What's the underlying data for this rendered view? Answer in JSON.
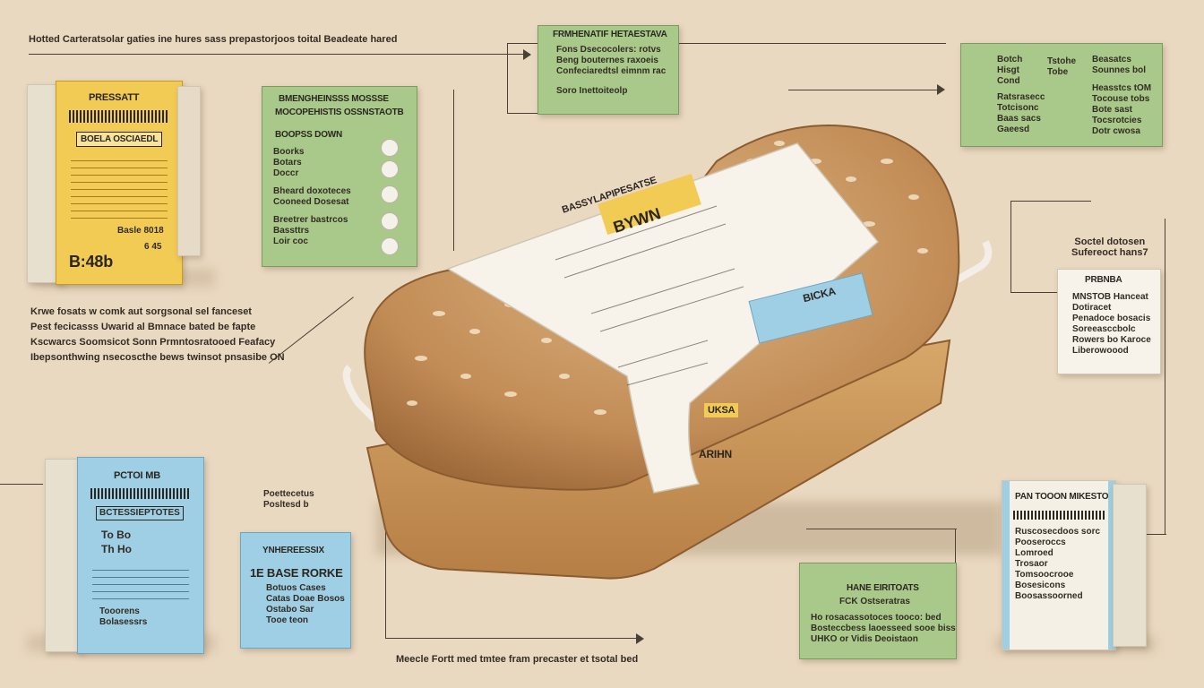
{
  "header_caption": "Hotted Carteratsolar gaties ine hures sass prepastorjoos toital Beadeate hared",
  "top_center_note": {
    "title": "FRMHENATIF HETAESTAVA",
    "lines": [
      "Fons Dsecocolers: rotvs",
      "Beng bouternes raxoeis",
      "Confeciaredtsl eimnm rac",
      "Soro Inettoiteolp"
    ]
  },
  "top_right_note": {
    "col1": [
      "Botch",
      "Hisgt",
      "Cond",
      "Ratsrasecc",
      "Totcisonc",
      "Baas sacs",
      "Gaeesd"
    ],
    "col2": [
      "Tstohe",
      "Tobe"
    ],
    "col3": [
      "Beasatcs",
      "Sounnes bol",
      "Heasstcs tOM",
      "Tocouse tobs",
      "Bote sast",
      "Tocsrotcies",
      "Dotr cwosa"
    ]
  },
  "yellow_package": {
    "title": "PRESSATT",
    "label": "BOELA OSCIAEDL",
    "price": "Basle 8018",
    "code": "6 45",
    "big": "B:48b"
  },
  "green_panel_left": {
    "title1": "BMENGHEINSSS MOSSSE",
    "title2": "MOCOPEHISTIS OSSNSTAOTB",
    "subtitle": "BOOPSS DOWN",
    "items": [
      "Boorks",
      "Botars",
      "Doccr",
      "Bheard doxoteces",
      "Cooneed Dosesat",
      "Breetrer bastrcos",
      "Bassttrs",
      "Loir coc"
    ]
  },
  "left_paragraph": [
    "Krwe fosats w comk aut sorgsonal sel fanceset",
    "Pest fecicasss Uwarid al Bmnace bated be fapte",
    "Kscwarcs Soomsicot Sonn Prmntosratooed Feafacy",
    "Ibepsonthwing nsecoscthe bews twinsot pnsasibe ON"
  ],
  "loaf_band": {
    "title": "BASSYLAPIPESATSE",
    "price": "BYWN",
    "side": "BICKA",
    "note": "UKSA",
    "lower": "ARIHN"
  },
  "right_caption": [
    "Soctel dotosen",
    "Sufereoct hans7"
  ],
  "right_white_card": {
    "title": "PRBNBA",
    "lines": [
      "MNSTOB Hanceat",
      "Dotiracet",
      "Penadoce bosacis",
      "Soreeasccbolc",
      "Rowers bo Karoce",
      "Liberowoood"
    ]
  },
  "blue_package": {
    "title": "PCTOI MB",
    "lines": [
      "BCTESSIEPTOTES",
      "To Bo",
      "Th Ho",
      "Tooorens",
      "Bolasessrs"
    ]
  },
  "blue_label_caption": [
    "Poettecetus",
    "Posltesd b"
  ],
  "blue_label": {
    "title": "YNHEREESSIX",
    "big": "1E BASE RORKE",
    "lines": [
      "Botuos Cases",
      "Catas Doae Bosos",
      "Ostabo Sar",
      "Tooe teon"
    ]
  },
  "bottom_caption": "Meecle Fortt med tmtee fram precaster et tsotal bed",
  "green_note_bottom": {
    "title": "HANE EIRITOATS",
    "subtitle": "FCK Ostseratras",
    "lines": [
      "Ho rosacassotoces tooco: bed",
      "Bosteccbess laoesseed sooe biss",
      "UHKO or Vidis Deoistaon"
    ]
  },
  "right_package": {
    "title": "PAN TOOON MIKESTO",
    "lines": [
      "Ruscosecdoos sorc",
      "Pooseroccs",
      "Lomroed",
      "Trosaor",
      "Tomsoocrooe",
      "Bosesicons",
      "Boosassoorned"
    ]
  },
  "colors": {
    "background": "#ead9c1",
    "green_card": "#a9c98a",
    "blue_card": "#9ecfe4",
    "yellow_pack": "#f2cb55",
    "bread": "#c99a64"
  }
}
